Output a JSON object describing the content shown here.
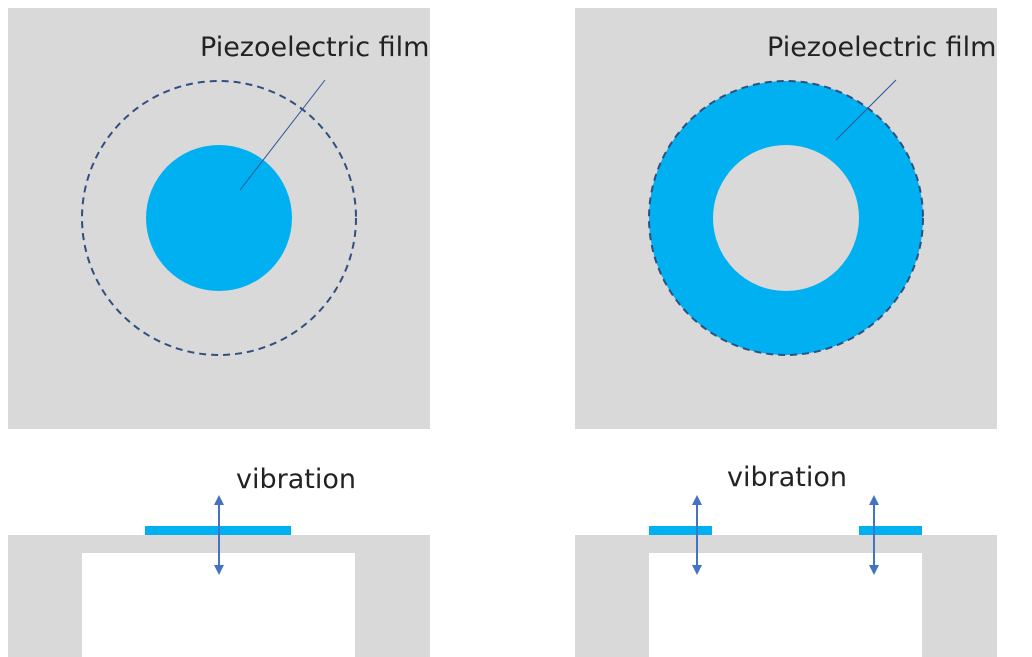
{
  "left_panel": {
    "label": "Piezoelectric film",
    "caption": "vibration"
  },
  "right_panel": {
    "label": "Piezoelectric film",
    "caption": "vibration"
  },
  "colors": {
    "substrate": "#d9d9d9",
    "film": "#00b0f0",
    "dashed_outline": "#2f4f7f",
    "leader_line": "#2f5597",
    "arrow": "#4472c4",
    "cavity": "#ffffff",
    "text": "#222222"
  }
}
